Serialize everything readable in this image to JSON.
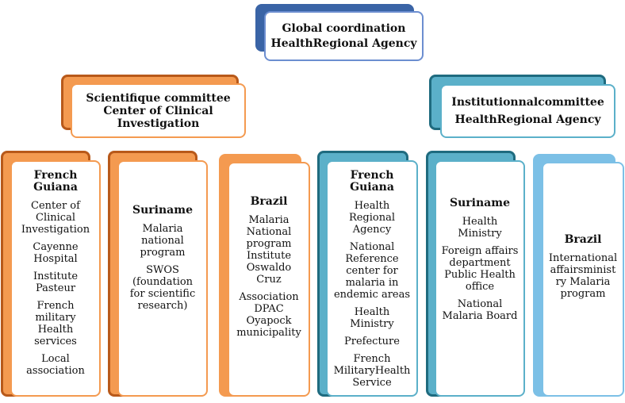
{
  "colors": {
    "blue_dark": "#3a64a6",
    "blue_light": "#6c8ed0",
    "orange_dark": "#b8591a",
    "orange_light": "#f49a50",
    "teal_dark": "#1f6b7f",
    "teal_light": "#5bb0c9",
    "sky_dark": "#3d93cf",
    "sky_light": "#7cc0e6"
  },
  "top": {
    "line1": "Global coordination",
    "line2": "HealthRegional Agency"
  },
  "left": {
    "line1": "Scientifique committee",
    "line2": "Center of Clinical",
    "line3": "Investigation"
  },
  "right": {
    "line1": "Institutionnalcommittee",
    "line2": "HealthRegional Agency"
  },
  "columns": [
    {
      "name": [
        "French",
        "Guiana"
      ],
      "items": [
        [
          "Center of",
          "Clinical",
          "Investigation"
        ],
        [
          "Cayenne",
          "Hospital"
        ],
        [
          "Institute",
          "Pasteur"
        ],
        [
          "French",
          "military",
          "Health",
          "services"
        ],
        [
          "Local",
          "association"
        ]
      ]
    },
    {
      "name": [
        "Suriname"
      ],
      "items": [
        [
          "Malaria",
          "national",
          "program"
        ],
        [
          "SWOS",
          "(foundation",
          "for scientific",
          "research)"
        ]
      ]
    },
    {
      "name": [
        "Brazil"
      ],
      "items": [
        [
          "Malaria",
          "National",
          "program",
          "Institute",
          "Oswaldo",
          "Cruz"
        ],
        [
          "Association",
          "DPAC",
          "Oyapock",
          "municipality"
        ]
      ]
    },
    {
      "name": [
        "French",
        "Guiana"
      ],
      "items": [
        [
          "Health",
          "Regional",
          "Agency"
        ],
        [
          "National",
          "Reference",
          "center for",
          "malaria in",
          "endemic areas"
        ],
        [
          "Health",
          "Ministry"
        ],
        [
          "Prefecture"
        ],
        [
          "French",
          "MilitaryHealth",
          "Service"
        ]
      ]
    },
    {
      "name": [
        "Suriname"
      ],
      "items": [
        [
          "Health",
          "Ministry"
        ],
        [
          "Foreign affairs",
          "department",
          "Public Health",
          "office"
        ],
        [
          "National",
          "Malaria Board"
        ]
      ]
    },
    {
      "name": [
        "Brazil"
      ],
      "items": [
        [
          "International",
          "affairsminist",
          "ry Malaria",
          "program"
        ]
      ]
    }
  ]
}
